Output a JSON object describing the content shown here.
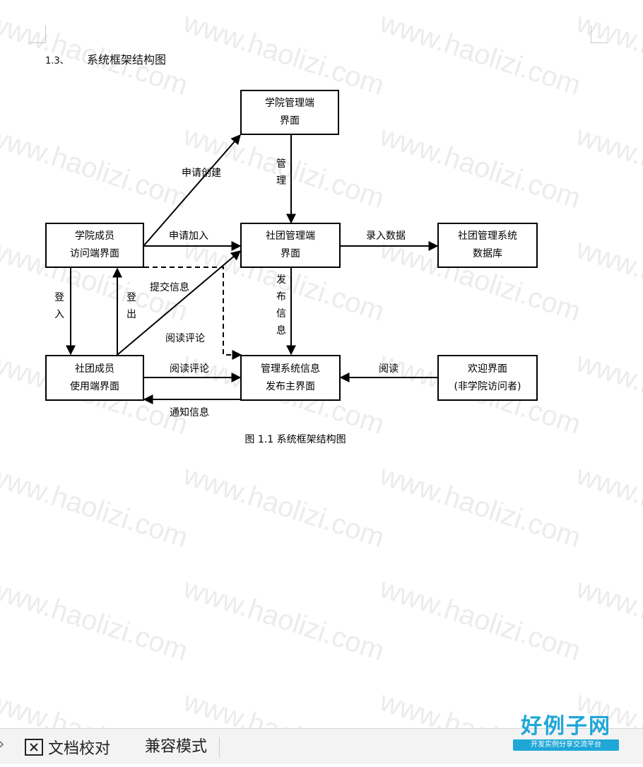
{
  "document": {
    "section_number": "1.3、",
    "section_title": "系统框架结构图",
    "caption": "图 1.1  系统框架结构图"
  },
  "watermark": {
    "text": "www.haolizi.com"
  },
  "diagram": {
    "nodes": {
      "college_admin": [
        "学院管理端",
        "界面"
      ],
      "club_admin": [
        "社团管理端",
        "界面"
      ],
      "database": [
        "社团管理系统",
        "数据库"
      ],
      "member_visit": [
        "学院成员",
        "访问端界面"
      ],
      "club_member": [
        "社团成员",
        "使用端界面"
      ],
      "info_publish": [
        "管理系统信息",
        "发布主界面"
      ],
      "welcome": [
        "欢迎界面",
        "(非学院访问者)"
      ]
    },
    "edges": {
      "apply_create": "申请创建",
      "manage": [
        "管",
        "理"
      ],
      "apply_join": "申请加入",
      "enter_data": "录入数据",
      "submit_info": "提交信息",
      "publish_info": [
        "发",
        "布",
        "信",
        "息"
      ],
      "read_comment_dashed": "阅读评论",
      "login": [
        "登",
        "入"
      ],
      "logout": [
        "登",
        "出"
      ],
      "read_comment": "阅读评论",
      "notify_info": "通知信息",
      "read": "阅读"
    }
  },
  "status_bar": {
    "proofread_label": "文档校对",
    "proofread_icon": "proofread-icon",
    "compat_mode_label": "兼容模式"
  },
  "brand": {
    "name": "好例子网",
    "tagline": "开发实例分享交流平台",
    "color": "#1fa7d8"
  }
}
